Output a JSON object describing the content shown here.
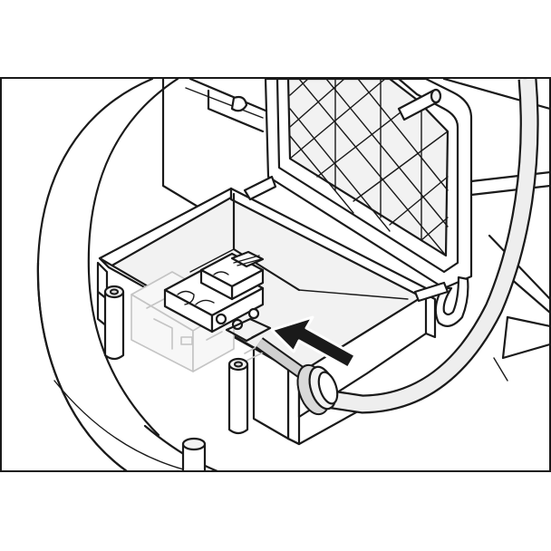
{
  "figure": {
    "kind": "technical installation illustration",
    "colors": {
      "line": "#1a1a1a",
      "background": "#ffffff",
      "panel_fill": "#f2f2f2",
      "arrow_fill": "#1a1a1a",
      "ghosted": "#c4c4c4"
    },
    "icons": [
      "frame-border",
      "housing-shell",
      "junction-box",
      "hinged-lid-with-mesh",
      "terminal-block",
      "cable-gland",
      "power-cable",
      "insertion-arrow",
      "standoff-posts",
      "ghosted-component"
    ]
  }
}
